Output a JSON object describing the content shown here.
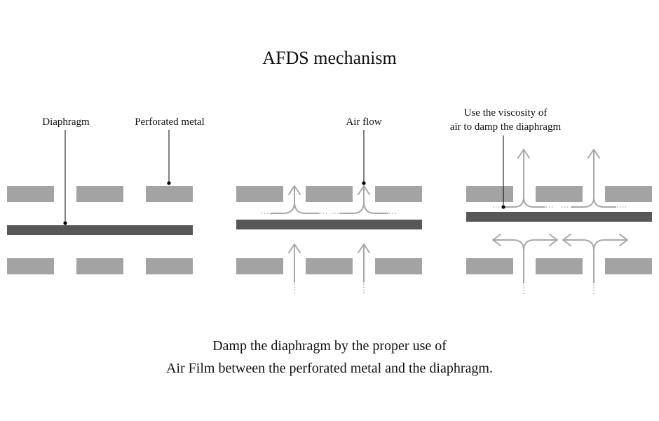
{
  "title": "AFDS mechanism",
  "panel_1": {
    "diaphragm_label": "Diaphragm",
    "perforated_metal_label": "Perforated metal"
  },
  "panel_2": {
    "air_flow_label": "Air flow"
  },
  "panel_3": {
    "viscosity_label": [
      "Use the viscosity of",
      "air to damp the diaphragm"
    ]
  },
  "caption": [
    "Damp the diaphragm by the proper use of",
    "Air Film between the perforated metal and the diaphragm."
  ],
  "colors": {
    "perforated_metal": "#a3a3a3",
    "diaphragm": "#575757",
    "air_flow_arrow": "#a8a8a8",
    "leader_line": "#000000"
  }
}
